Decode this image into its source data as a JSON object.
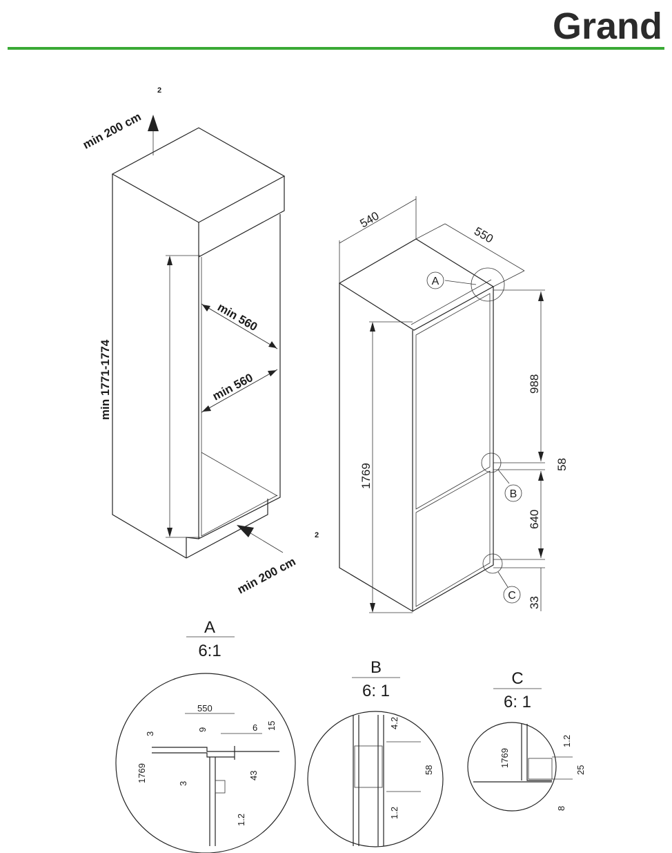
{
  "brand": {
    "logo_text": "Grand",
    "accent": "#3aa935"
  },
  "niche": {
    "top_vent": "min 200 cm",
    "top_vent_exp": "2",
    "bottom_vent": "min 200 cm",
    "bottom_vent_exp": "2",
    "height": "min 1771-1774",
    "depth": "min 560",
    "width": "min 560"
  },
  "appliance": {
    "width": "540",
    "depth": "550",
    "height": "1769",
    "upper": "988",
    "gap": "58",
    "lower": "640",
    "bottom": "33",
    "callout_a": "A",
    "callout_b": "B",
    "callout_c": "C"
  },
  "details": {
    "a": {
      "letter": "A",
      "scale": "6:1",
      "d550": "550",
      "d3a": "3",
      "d9": "9",
      "d6": "6",
      "d15": "15",
      "d1769": "1769",
      "d3b": "3",
      "d43": "43",
      "d12": "1.2"
    },
    "b": {
      "letter": "B",
      "scale": "6: 1",
      "d42": "4.2",
      "d58": "58",
      "d12": "1.2"
    },
    "c": {
      "letter": "C",
      "scale": "6: 1",
      "d1769": "1769",
      "d12": "1.2",
      "d25": "25",
      "d8": "8"
    }
  }
}
